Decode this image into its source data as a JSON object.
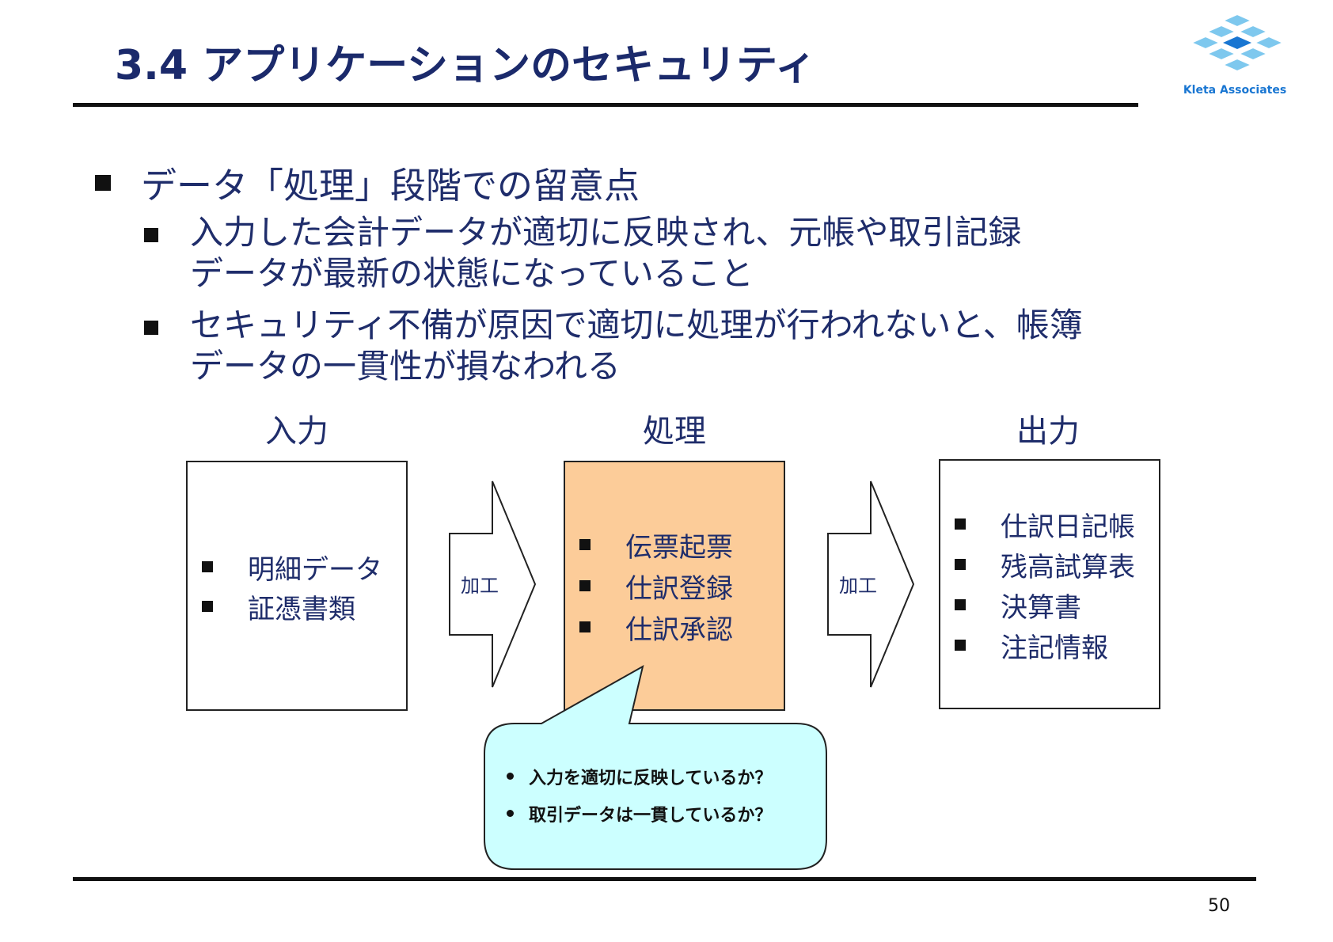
{
  "slide": {
    "title": "3.4 アプリケーションのセキュリティ",
    "page_number": "50"
  },
  "logo": {
    "text": "Kleta Associates"
  },
  "bullets": {
    "main": "データ「処理」段階での留意点",
    "sub": [
      {
        "lines": [
          "入力した会計データが適切に反映され、元帳や取引記録",
          "データが最新の状態になっていること"
        ]
      },
      {
        "lines": [
          "セキュリティ不備が原因で適切に処理が行われないと、帳簿",
          "データの一貫性が損なわれる"
        ]
      }
    ]
  },
  "diagram": {
    "stages": [
      {
        "label": "入力",
        "items": [
          "明細データ",
          "証憑書類"
        ]
      },
      {
        "label": "処理",
        "items": [
          "伝票起票",
          "仕訳登録",
          "仕訳承認"
        ]
      },
      {
        "label": "出力",
        "items": [
          "仕訳日記帳",
          "残高試算表",
          "決算書",
          "注記情報"
        ]
      }
    ],
    "arrows": [
      "加工",
      "加工"
    ],
    "callout": {
      "items": [
        "入力を適切に反映しているか？",
        "取引データは一貫しているか？"
      ]
    }
  },
  "colors": {
    "title": "#1b2a6b",
    "text": "#1f2d6b",
    "process_box": "#fccc99",
    "callout_bg": "#ccffff",
    "logo_blue": "#1976d2"
  }
}
